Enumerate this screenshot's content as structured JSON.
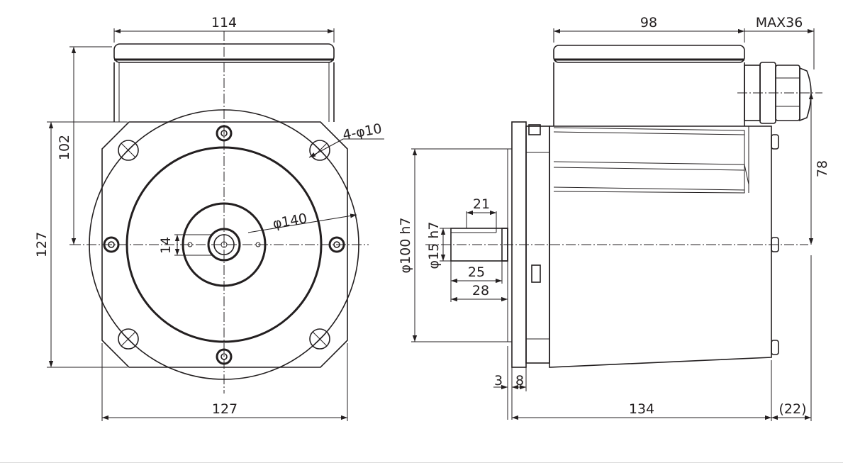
{
  "drawing": {
    "front_view": {
      "width_top": "114",
      "height_left": "102",
      "total_height": "127",
      "total_width": "127",
      "hole_callout": "4-φ10",
      "pcd_callout": "φ140",
      "shaft_key": "14"
    },
    "side_view": {
      "body_length": "98",
      "gland_max": "MAX36",
      "gland_height": "78",
      "key_length": "21",
      "pilot_dia": "φ100 h7",
      "shaft_dia": "φ15 h7",
      "shaft_key_len": "25",
      "shaft_len": "28",
      "flange_t1": "3",
      "flange_t2": "8",
      "total_length": "134",
      "ref_length": "(22)"
    }
  },
  "colors": {
    "line": "#231f20",
    "rule": "#d9d9d9"
  }
}
